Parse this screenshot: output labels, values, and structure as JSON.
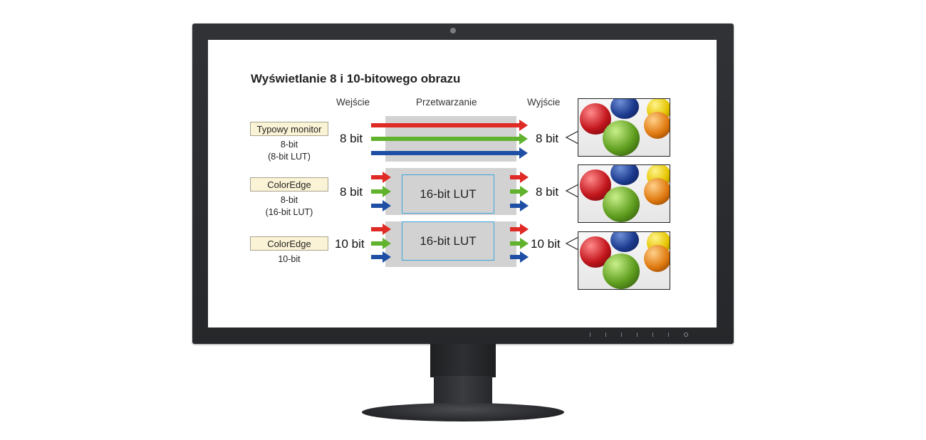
{
  "screen": {
    "title": "Wyświetlanie 8 i 10-bitowego obrazu",
    "columns": {
      "input": "Wejście",
      "processing": "Przetwarzanie",
      "output": "Wyjście"
    },
    "rows": [
      {
        "tag": "Typowy monitor",
        "sub1": "8-bit",
        "sub2": "(8-bit LUT)",
        "in_bits": "8 bit",
        "lut": "",
        "out_bits": "8 bit"
      },
      {
        "tag": "ColorEdge",
        "sub1": "8-bit",
        "sub2": "(16-bit LUT)",
        "in_bits": "8 bit",
        "lut": "16-bit LUT",
        "out_bits": "8 bit"
      },
      {
        "tag": "ColorEdge",
        "sub1": "10-bit",
        "sub2": "",
        "in_bits": "10 bit",
        "lut": "16-bit LUT",
        "out_bits": "10 bit"
      }
    ]
  },
  "colors": {
    "bezel": "#2b2d30",
    "tag_bg": "#fbf3d5",
    "lut_border": "#3ea6dd",
    "red": "#e02a26",
    "green": "#61b22d",
    "blue": "#1f4fa4"
  }
}
